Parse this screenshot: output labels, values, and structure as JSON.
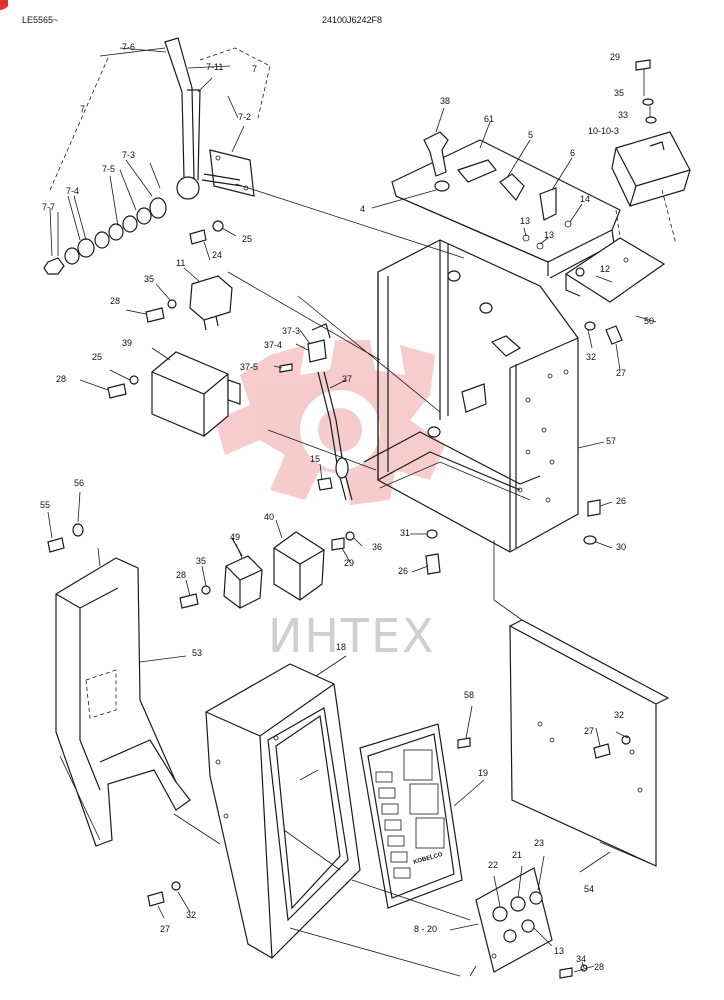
{
  "header": {
    "model": "LE5565~",
    "drawing_number": "24100J6242F8"
  },
  "watermark": {
    "text": "ИНТЕХ",
    "emblem_color": "#f2b8b8",
    "text_color": "#cfcfcf"
  },
  "callouts": {
    "c7_6": "7-6",
    "c7_11": "7-11",
    "c7a": "7",
    "c7b": "7",
    "c7_2": "7-2",
    "c7_3": "7-3",
    "c7_5": "7-5",
    "c7_4": "7-4",
    "c7_7": "7-7",
    "c24": "24",
    "c25a": "25",
    "c11": "11",
    "c35a": "35",
    "c28a": "28",
    "c39": "39",
    "c25b": "25",
    "c28b": "28",
    "c37_3": "37-3",
    "c37_4": "37-4",
    "c37_5": "37-5",
    "c37": "37",
    "c15": "15",
    "c38": "38",
    "c61": "61",
    "c5": "5",
    "c6": "6",
    "c4": "4",
    "c13a": "13",
    "c13b": "13",
    "c14": "14",
    "c29a": "29",
    "c35b": "35",
    "c33": "33",
    "c10_10_3": "10-10-3",
    "c12": "12",
    "c50": "50",
    "c32a": "32",
    "c27a": "27",
    "c57": "57",
    "c26a": "26",
    "c30": "30",
    "c31": "31",
    "c26b": "26",
    "c55": "55",
    "c56": "56",
    "c40": "40",
    "c36": "36",
    "c29b": "29",
    "c49": "49",
    "c35c": "35",
    "c28c": "28",
    "c53": "53",
    "c18": "18",
    "c58": "58",
    "c19": "19",
    "c27b": "27",
    "c32b": "32",
    "c54": "54",
    "c23": "23",
    "c22": "22",
    "c21": "21",
    "c8_20": "8 - 20",
    "c13c": "13",
    "c34": "34",
    "c28d": "28",
    "c27c": "27",
    "c32c": "32"
  },
  "panel_text": "KOBELCO"
}
